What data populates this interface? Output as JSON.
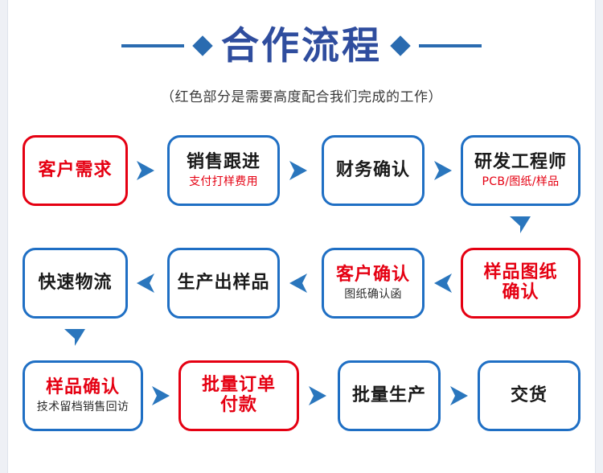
{
  "header": {
    "title": "合作流程",
    "subtitle": "（红色部分是需要高度配合我们完成的工作）"
  },
  "colors": {
    "title_blue": "#2f4d9e",
    "deco_blue": "#2a6bb0",
    "node_blue": "#1f6fc4",
    "node_red": "#e50012",
    "arrow_blue": "#2a76bd",
    "text_dark": "#1a1a1a"
  },
  "flow": {
    "rows": [
      {
        "direction": "right",
        "nodes": [
          {
            "title": "客户需求",
            "sub": "",
            "border": "red",
            "title_color": "red"
          },
          {
            "title": "销售跟进",
            "sub": "支付打样费用",
            "border": "blue",
            "title_color": "dark",
            "sub_color": "red"
          },
          {
            "title": "财务确认",
            "sub": "",
            "border": "blue",
            "title_color": "dark"
          },
          {
            "title": "研发工程师",
            "sub": "PCB/图纸/样品",
            "border": "blue",
            "title_color": "dark",
            "sub_color": "red"
          }
        ]
      },
      {
        "direction": "left",
        "nodes": [
          {
            "title": "快速物流",
            "sub": "",
            "border": "blue",
            "title_color": "dark"
          },
          {
            "title": "生产出样品",
            "sub": "",
            "border": "blue",
            "title_color": "dark"
          },
          {
            "title": "客户确认",
            "sub": "图纸确认函",
            "border": "blue",
            "title_color": "red",
            "sub_color": "dark"
          },
          {
            "title": "样品图纸\n确认",
            "sub": "",
            "border": "red",
            "title_color": "red"
          }
        ]
      },
      {
        "direction": "right",
        "nodes": [
          {
            "title": "样品确认",
            "sub": "技术留档销售回访",
            "border": "blue",
            "title_color": "red",
            "sub_color": "dark"
          },
          {
            "title": "批量订单\n付款",
            "sub": "",
            "border": "red",
            "title_color": "red"
          },
          {
            "title": "批量生产",
            "sub": "",
            "border": "blue",
            "title_color": "dark"
          },
          {
            "title": "交货",
            "sub": "",
            "border": "blue",
            "title_color": "dark"
          }
        ]
      }
    ],
    "vertical_connectors": [
      {
        "from": "研发工程师",
        "to": "样品图纸确认",
        "direction": "down"
      },
      {
        "from": "快速物流",
        "to": "样品确认",
        "direction": "down"
      }
    ]
  }
}
